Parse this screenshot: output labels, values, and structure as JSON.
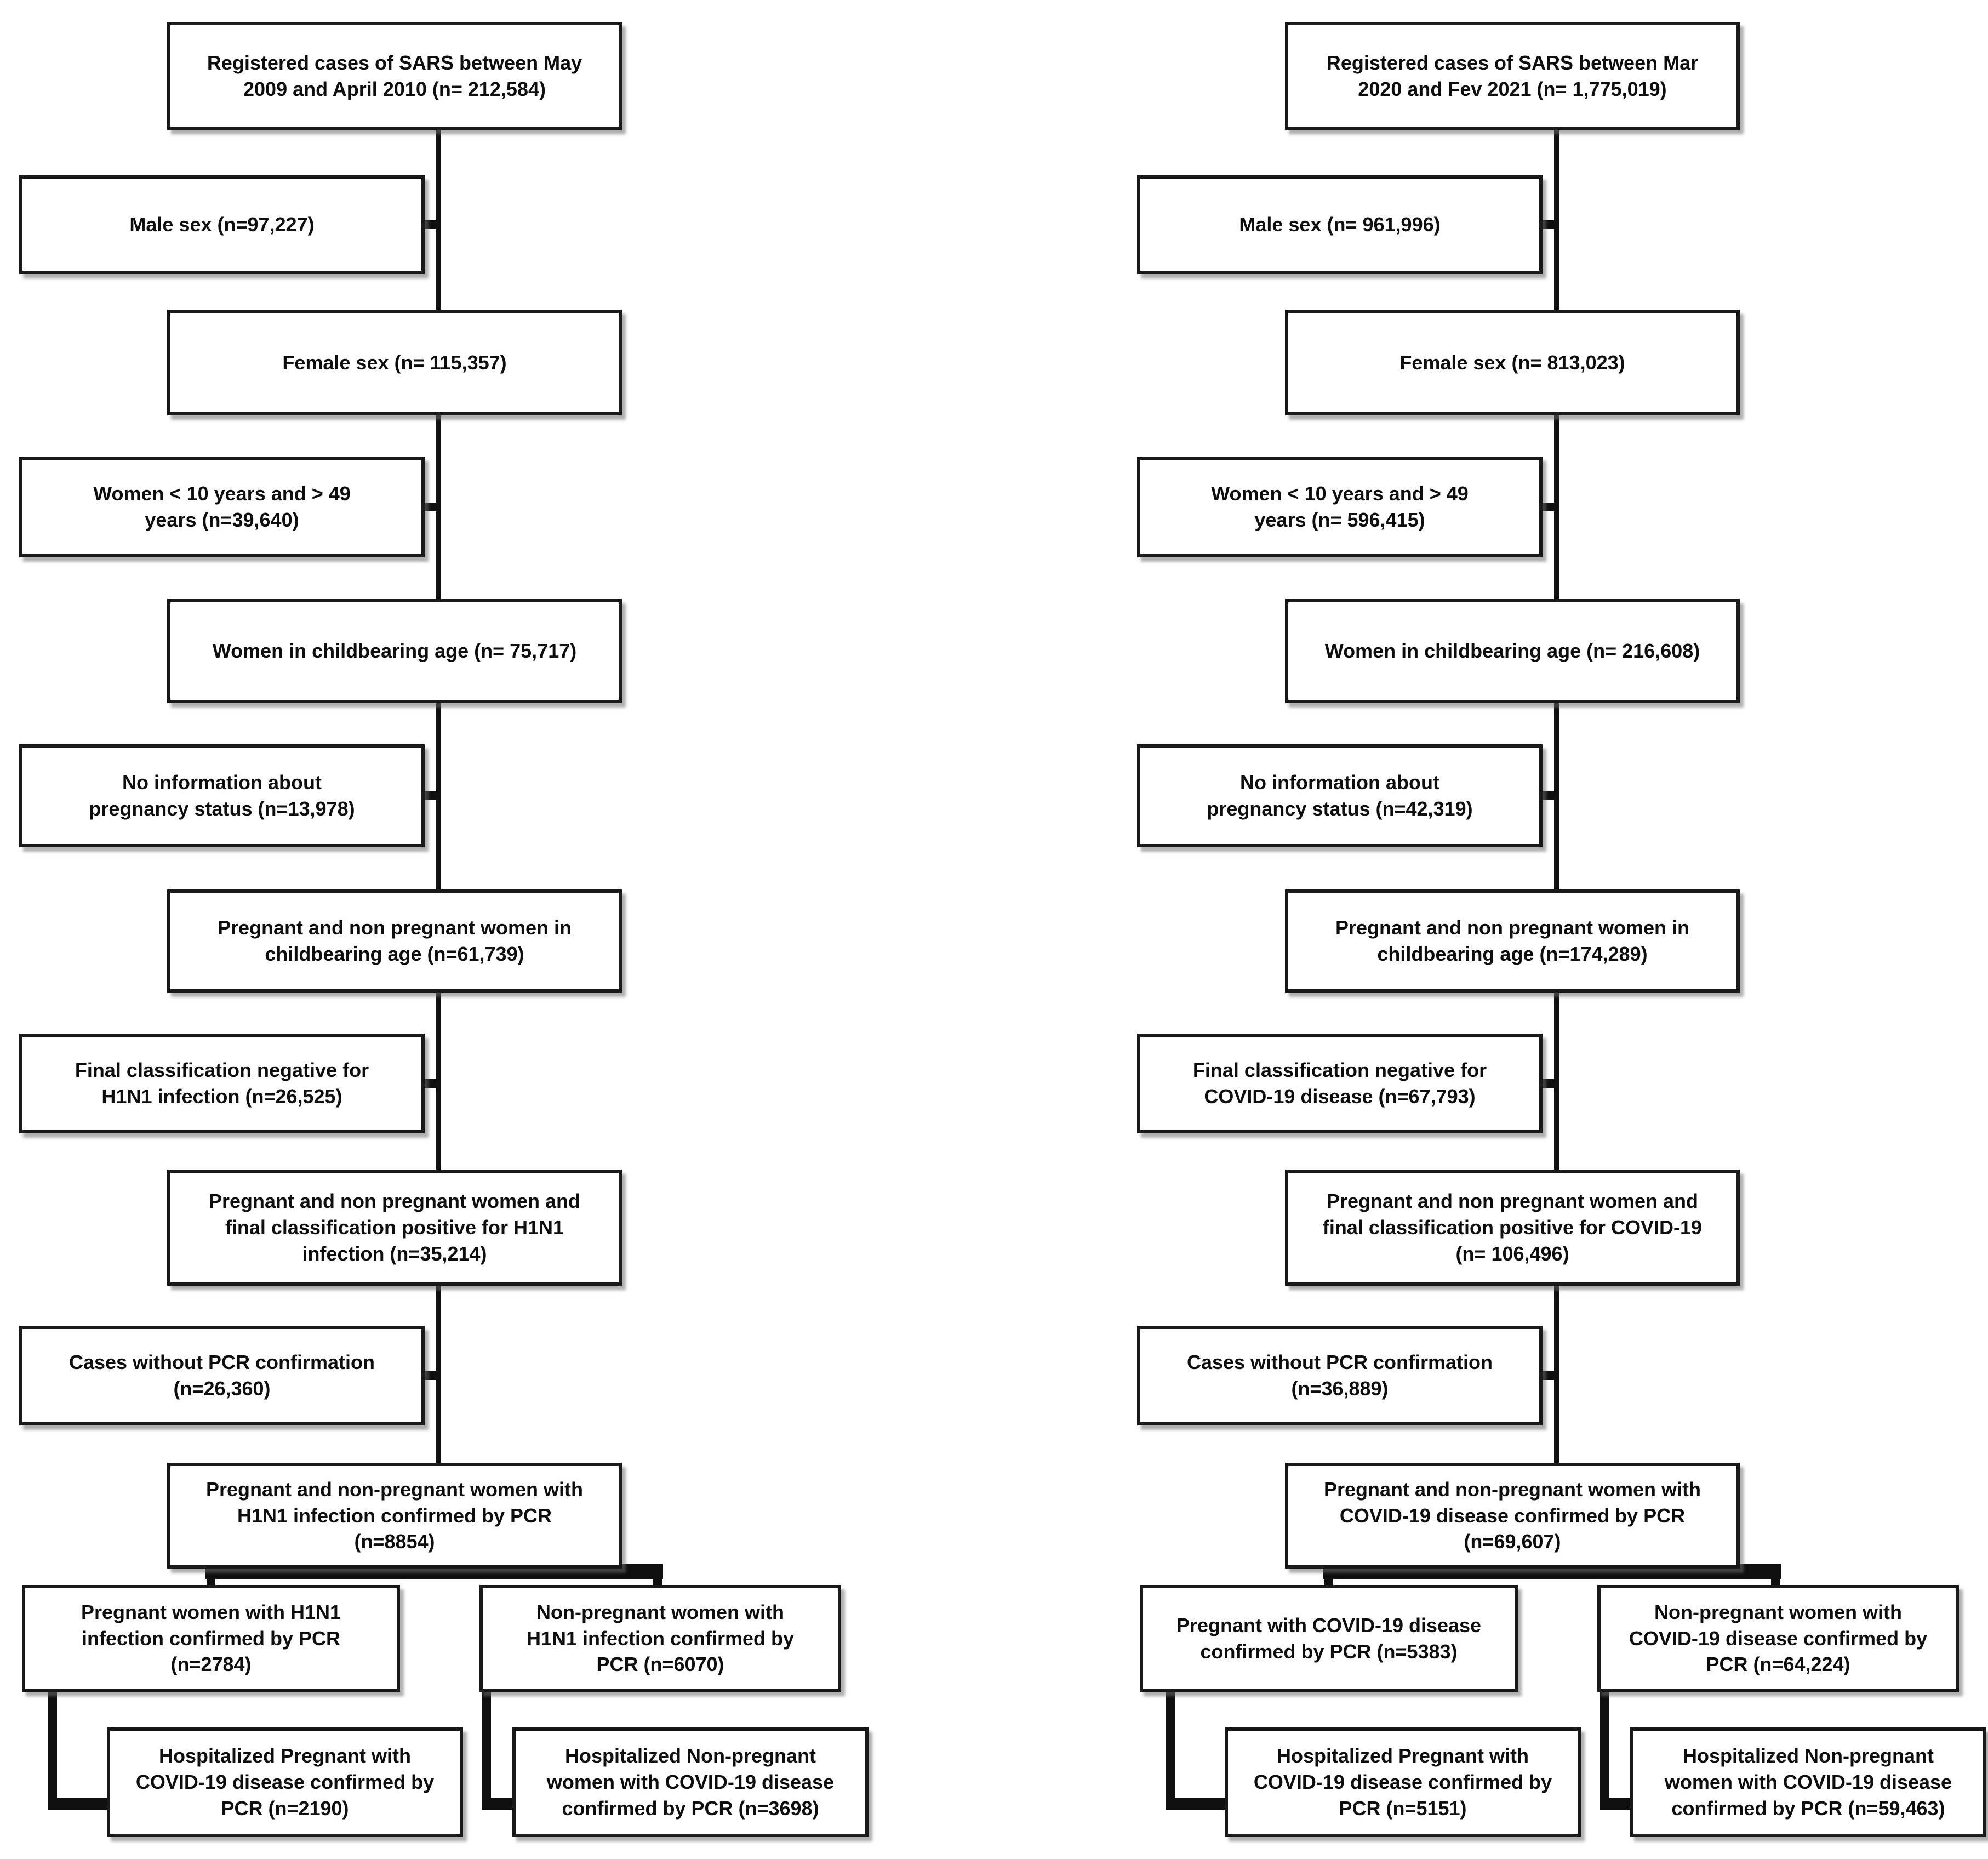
{
  "figure": {
    "description": "Two parallel patient-selection flowcharts",
    "background_color": "#ffffff",
    "line_color": "#0f0f0f",
    "box_border_color": "#191919",
    "text_color": "#0e0e0e"
  },
  "charts": [
    {
      "id": "h1n1-2009-cohort",
      "boxes": {
        "registered": "Registered cases of SARS  between May\n2009 and April 2010 (n= 212,584)",
        "male": "Male sex (n=97,227)",
        "female": "Female sex (n= 115,357)",
        "age_excluded": "Women < 10 years  and > 49\nyears (n=39,640)",
        "childbearing": "Women in childbearing age (n= 75,717)",
        "no_info": "No information about\npregnancy status (n=13,978)",
        "preg_nonpreg": "Pregnant and non pregnant women in\nchildbearing age (n=61,739)",
        "negative": "Final classification negative for\nH1N1 infection (n=26,525)",
        "positive": "Pregnant and non pregnant women and\nfinal classification positive for H1N1\ninfection (n=35,214)",
        "no_pcr": "Cases without PCR confirmation\n(n=26,360)",
        "confirmed": "Pregnant and non-pregnant women  with\nH1N1 infection confirmed by PCR\n(n=8854)",
        "split_pregnant": "Pregnant women  with H1N1\ninfection confirmed by PCR\n(n=2784)",
        "split_nonpregnant": "Non-pregnant women  with\nH1N1 infection confirmed by\nPCR (n=6070)",
        "hosp_pregnant": "Hospitalized Pregnant with\nCOVID-19 disease confirmed by\nPCR (n=2190)",
        "hosp_nonpregnant": "Hospitalized Non-pregnant\nwomen with COVID-19 disease\nconfirmed by PCR (n=3698)"
      }
    },
    {
      "id": "covid19-2020-cohort",
      "boxes": {
        "registered": "Registered cases of SARS  between Mar\n2020 and Fev 2021 (n= 1,775,019)",
        "male": "Male sex (n= 961,996)",
        "female": "Female sex (n= 813,023)",
        "age_excluded": "Women < 10 years  and > 49\nyears (n= 596,415)",
        "childbearing": "Women in childbearing age (n= 216,608)",
        "no_info": "No information about\npregnancy status (n=42,319)",
        "preg_nonpreg": "Pregnant and non pregnant women in\nchildbearing age (n=174,289)",
        "negative": "Final classification negative for\nCOVID-19 disease (n=67,793)",
        "positive": "Pregnant and non pregnant women and\nfinal classification positive for COVID-19\n(n= 106,496)",
        "no_pcr": "Cases without PCR confirmation\n(n=36,889)",
        "confirmed": "Pregnant and non-pregnant women with\nCOVID-19 disease confirmed by PCR\n(n=69,607)",
        "split_pregnant": "Pregnant with COVID-19 disease\nconfirmed by PCR (n=5383)",
        "split_nonpregnant": "Non-pregnant women with\nCOVID-19 disease confirmed by\nPCR (n=64,224)",
        "hosp_pregnant": "Hospitalized Pregnant with\nCOVID-19 disease confirmed by\nPCR (n=5151)",
        "hosp_nonpregnant": "Hospitalized Non-pregnant\nwomen with COVID-19 disease\nconfirmed by PCR (n=59,463)"
      }
    }
  ]
}
